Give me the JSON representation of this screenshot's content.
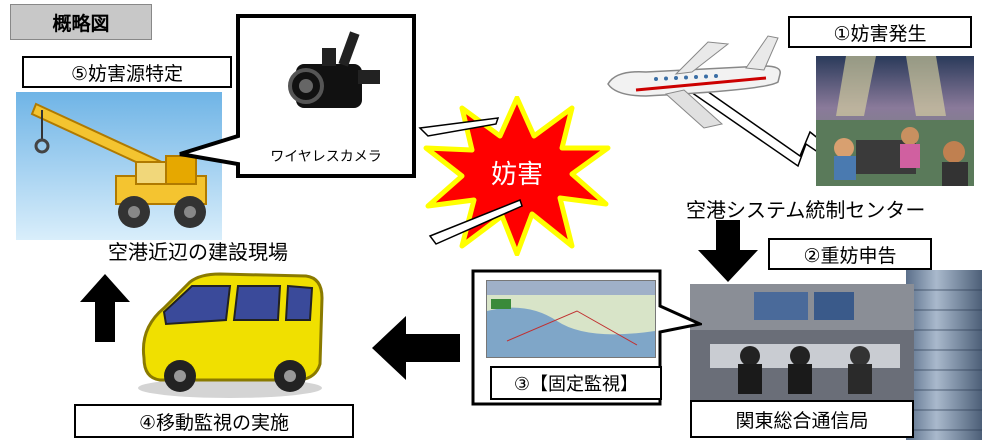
{
  "tag": "概略図",
  "labels": {
    "step5": "⑤妨害源特定",
    "step1": "①妨害発生",
    "step2": "②重妨申告",
    "step3": "③【固定監視】",
    "step4": "④移動監視の実施"
  },
  "camera_caption": "ワイヤレスカメラ",
  "burst_text": "妨害",
  "construction_caption": "空港近辺の建設現場",
  "airport_caption": "空港システム統制センター",
  "bureau_caption": "関東総合通信局",
  "colors": {
    "tag_bg": "#c8c8c8",
    "burst_red": "#ff0000",
    "burst_yellow": "#ffff00",
    "arrow": "#000000"
  }
}
